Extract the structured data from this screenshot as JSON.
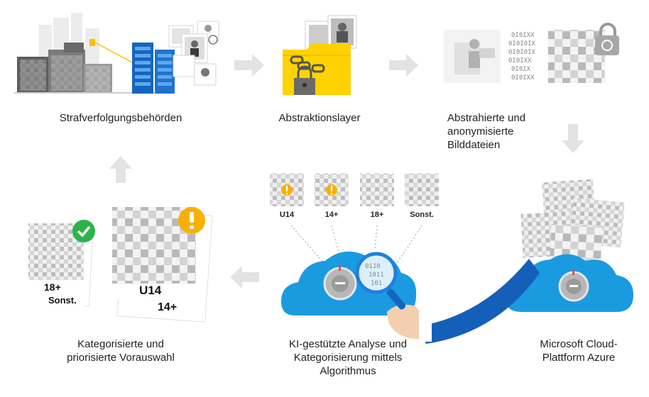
{
  "steps": {
    "law_enforcement": "Strafverfolgungsbehörden",
    "abstraction_layer": "Abstraktionslayer",
    "anonymized_images": "Abstrahierte und\nanonymisierte\nBilddateien",
    "azure": "Microsoft Cloud-\nPlattform Azure",
    "ai_analysis": "KI-gestützte Analyse und\nKategorisierung mittels\nAlgorithmus",
    "preselection": "Kategorisierte und\npriorisierte Vorauswahl"
  },
  "categories": [
    "U14",
    "14+",
    "18+",
    "Sonst."
  ],
  "left_cards": {
    "green_card_line1": "18+",
    "green_card_line2": "Sonst.",
    "warning_card_line1": "U14",
    "warning_card_line2": "14+"
  },
  "binary_text": [
    "0I0IXX",
    "0I0I0IX",
    "0I0I0IX",
    "0I0IXX",
    "0I0IX",
    "0I0IXX"
  ],
  "magnifier_binary": [
    "0110",
    "1011",
    "101"
  ],
  "colors": {
    "cloud": "#1a9be0",
    "cloud_light": "#4fb8ee",
    "warning": "#f7b000",
    "success": "#2db34a",
    "folder": "#ffd200",
    "server": "#1565c0",
    "hand_sleeve": "#1460b8",
    "arrow": "#e3e3e3"
  },
  "icons": [
    "city-icon",
    "server-icon",
    "folder-icon",
    "lock-icon",
    "chain-icon",
    "cloud-icon",
    "magnifier-icon",
    "hand-icon",
    "check-icon",
    "warning-icon",
    "arrow-icon"
  ]
}
